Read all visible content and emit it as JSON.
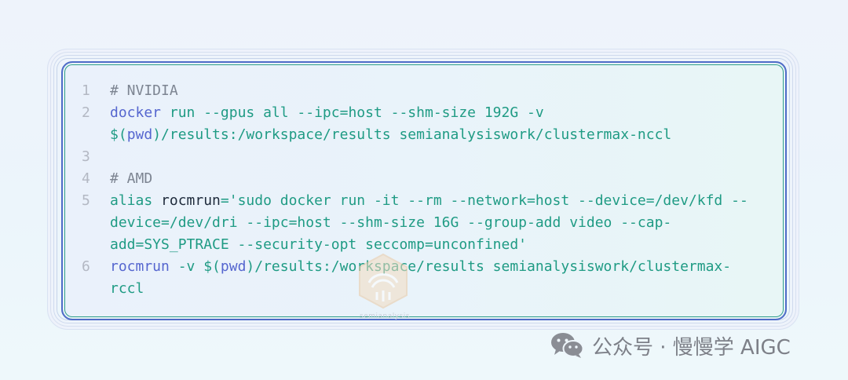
{
  "code": {
    "lines": [
      {
        "num": "1",
        "text": "# NVIDIA"
      },
      {
        "num": "2",
        "cmd": "docker",
        "rest": " run --gpus all --ipc=host --shm-size 192G -v"
      },
      {
        "num": "",
        "pre": "$(",
        "kw": "pwd",
        "post": ")/results:/workspace/results semianalysiswork/clustermax-nccl"
      },
      {
        "num": "3",
        "text": ""
      },
      {
        "num": "4",
        "text": "# AMD"
      },
      {
        "num": "5",
        "alias": "alias",
        "name": "rocmrun",
        "rest": "='sudo docker run -it --rm --network=host --device=/dev/kfd --"
      },
      {
        "num": "",
        "text": "device=/dev/dri --ipc=host --shm-size 16G --group-add video --cap-"
      },
      {
        "num": "",
        "text": "add=SYS_PTRACE --security-opt seccomp=unconfined'"
      },
      {
        "num": "6",
        "cmd": "rocmrun",
        "mid": " -v $(",
        "kw": "pwd",
        "post": ")/results:/workspace/results semianalysiswork/clustermax-"
      },
      {
        "num": "",
        "text": "rccl"
      }
    ]
  },
  "watermark": {
    "text": "semianalysis"
  },
  "brand": {
    "label": "公众号 · 慢慢学 AIGC",
    "icon": "wechat-icon"
  },
  "colors": {
    "keyword": "#5566cf",
    "string": "#1f9b84",
    "comment": "#7d8592",
    "border_blue": "#4f6cc8",
    "border_teal": "#2f9e8c"
  }
}
